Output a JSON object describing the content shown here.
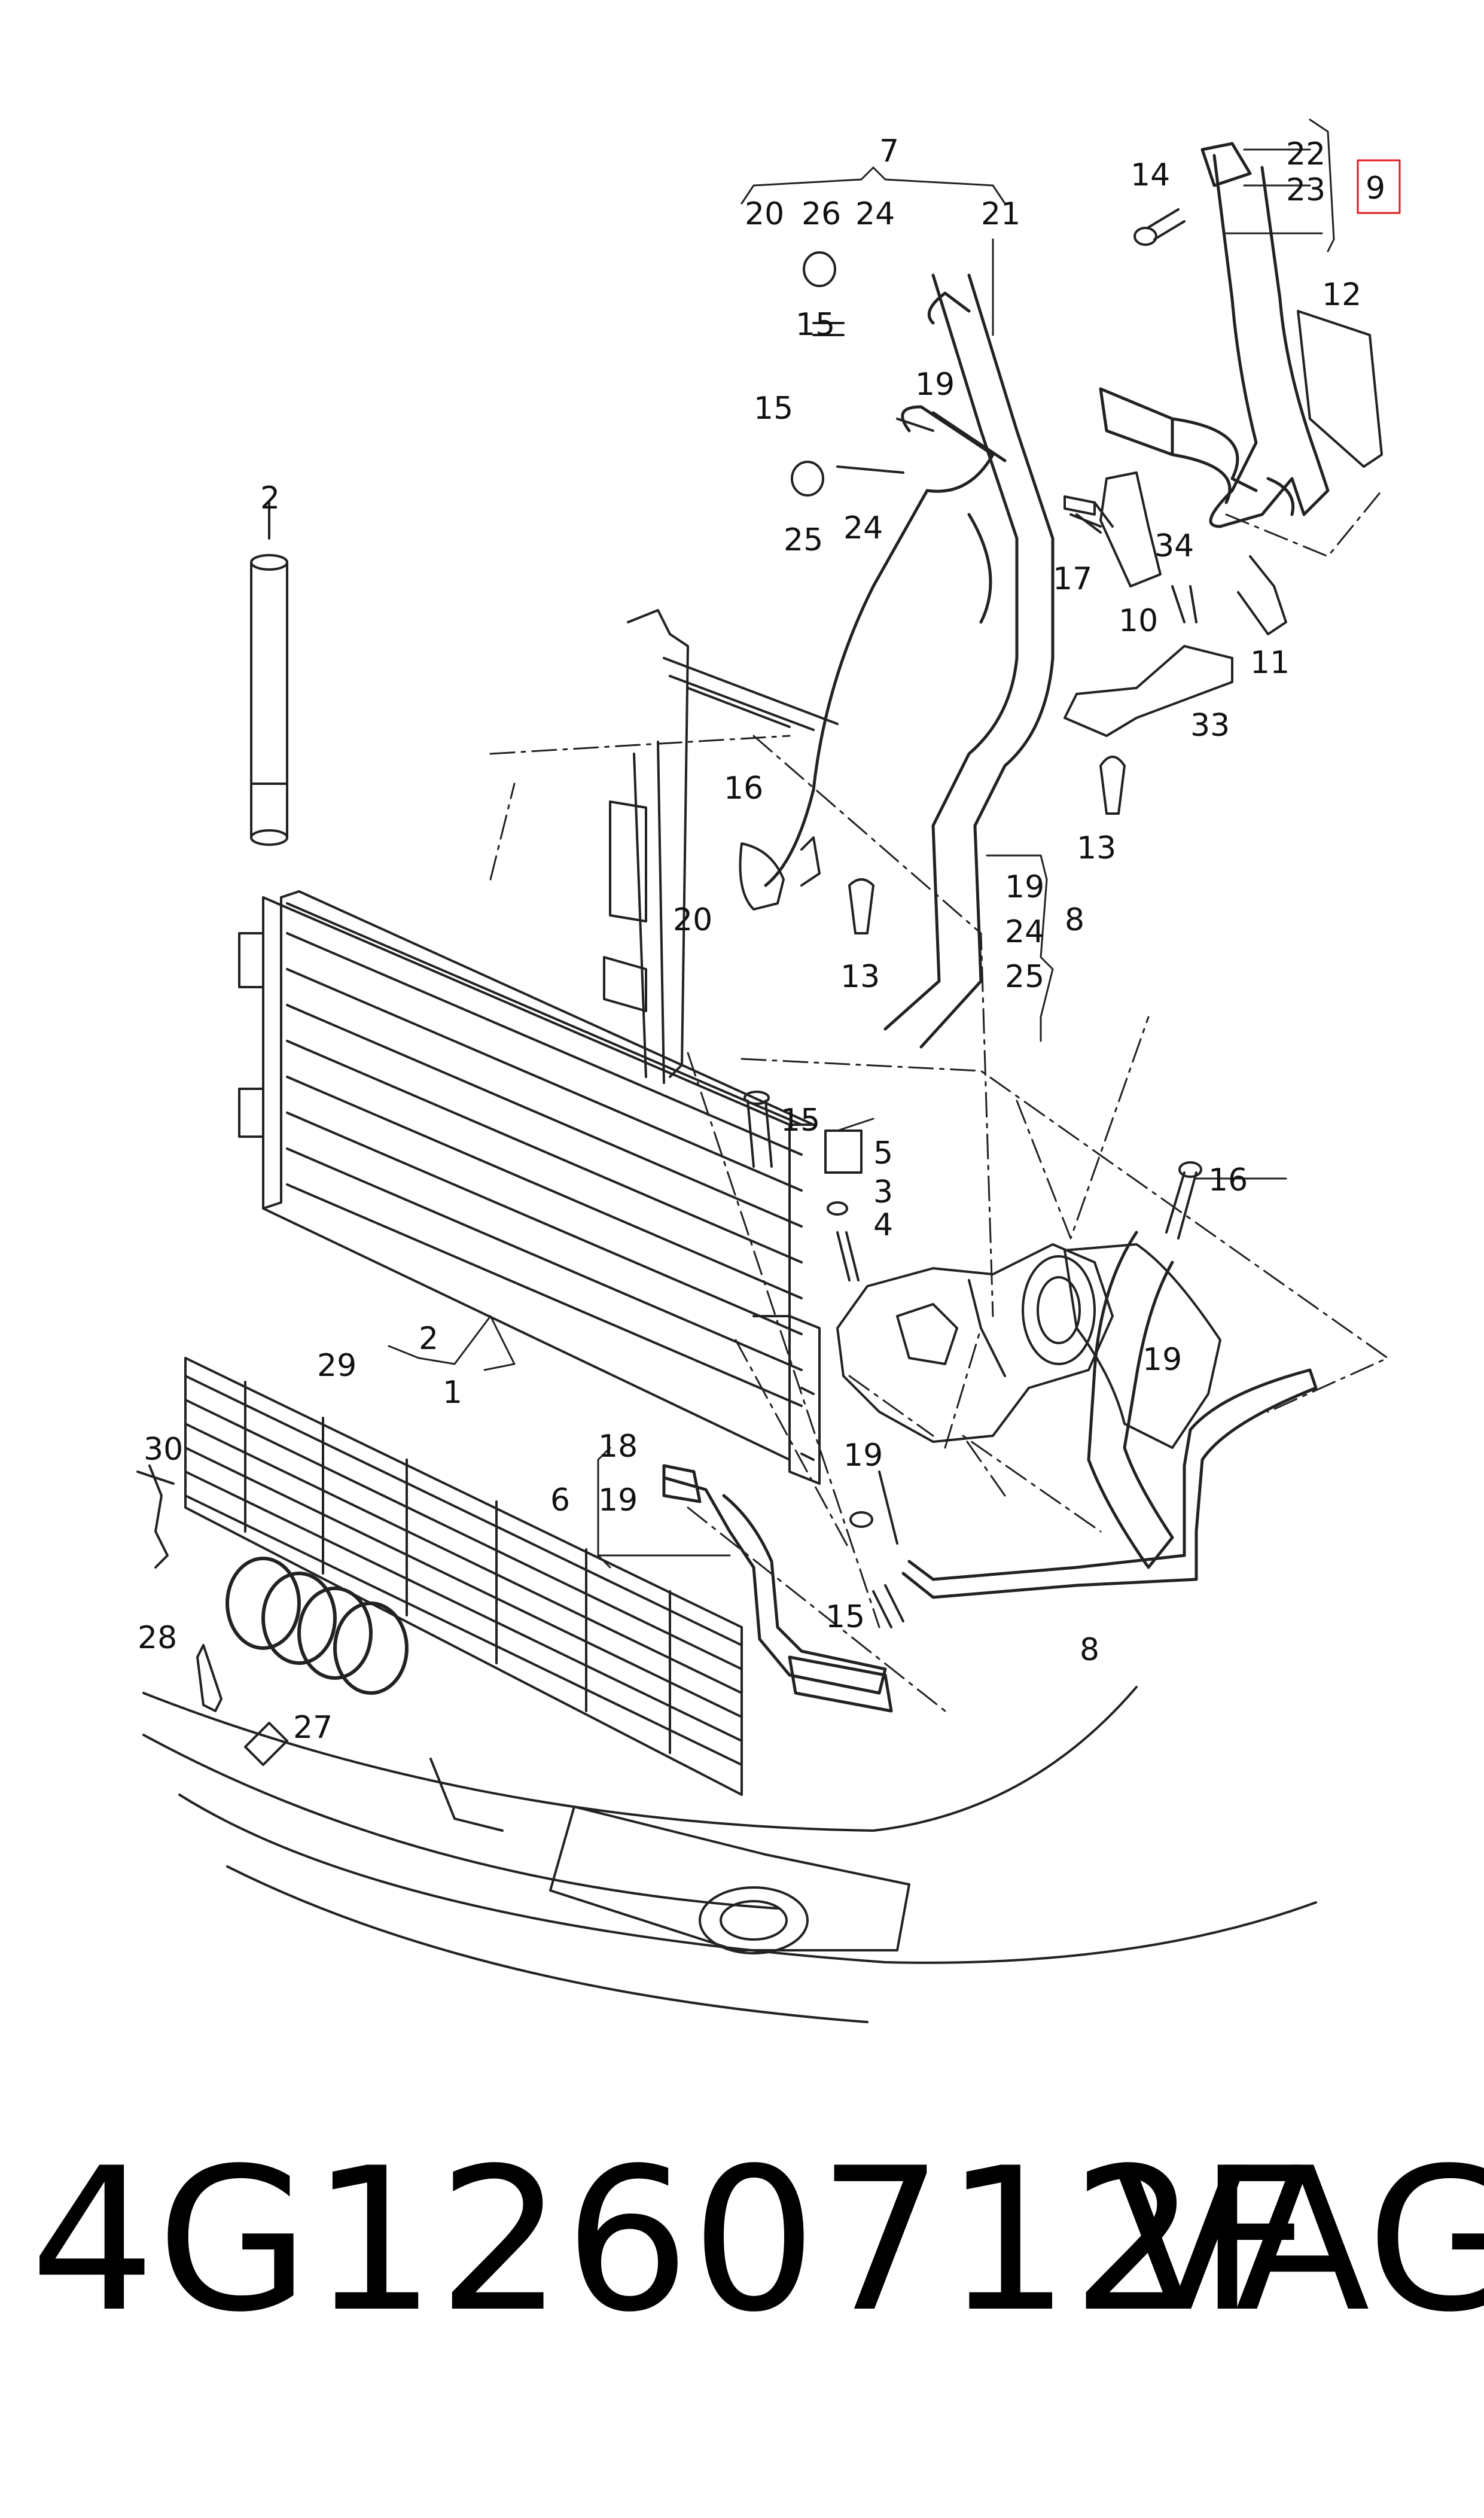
{
  "callouts": [
    {
      "id": "c7",
      "text": "7"
    },
    {
      "id": "c20a",
      "text": "20"
    },
    {
      "id": "c26",
      "text": "26"
    },
    {
      "id": "c24a",
      "text": "24"
    },
    {
      "id": "c21",
      "text": "21"
    },
    {
      "id": "c15a",
      "text": "15"
    },
    {
      "id": "c15b",
      "text": "15"
    },
    {
      "id": "c19a",
      "text": "19"
    },
    {
      "id": "c25a",
      "text": "25"
    },
    {
      "id": "c24b",
      "text": "24"
    },
    {
      "id": "c14",
      "text": "14"
    },
    {
      "id": "c22",
      "text": "22"
    },
    {
      "id": "c23",
      "text": "23"
    },
    {
      "id": "c9",
      "text": "9"
    },
    {
      "id": "c12",
      "text": "12"
    },
    {
      "id": "c17",
      "text": "17"
    },
    {
      "id": "c34",
      "text": "34"
    },
    {
      "id": "c10",
      "text": "10"
    },
    {
      "id": "c11",
      "text": "11"
    },
    {
      "id": "c33",
      "text": "33"
    },
    {
      "id": "c13a",
      "text": "13"
    },
    {
      "id": "c2a",
      "text": "2"
    },
    {
      "id": "c16a",
      "text": "16"
    },
    {
      "id": "c20b",
      "text": "20"
    },
    {
      "id": "c13b",
      "text": "13"
    },
    {
      "id": "c19b",
      "text": "19"
    },
    {
      "id": "c24c",
      "text": "24"
    },
    {
      "id": "c25b",
      "text": "25"
    },
    {
      "id": "c8a",
      "text": "8"
    },
    {
      "id": "c15c",
      "text": "15"
    },
    {
      "id": "c5",
      "text": "5"
    },
    {
      "id": "c3",
      "text": "3"
    },
    {
      "id": "c4",
      "text": "4"
    },
    {
      "id": "c16b",
      "text": "16"
    },
    {
      "id": "c19c",
      "text": "19"
    },
    {
      "id": "c2b",
      "text": "2"
    },
    {
      "id": "c1",
      "text": "1"
    },
    {
      "id": "c29",
      "text": "29"
    },
    {
      "id": "c30",
      "text": "30"
    },
    {
      "id": "c18",
      "text": "18"
    },
    {
      "id": "c6",
      "text": "6"
    },
    {
      "id": "c19d",
      "text": "19"
    },
    {
      "id": "c19e",
      "text": "19"
    },
    {
      "id": "c15d",
      "text": "15"
    },
    {
      "id": "c8b",
      "text": "8"
    },
    {
      "id": "c28",
      "text": "28"
    },
    {
      "id": "c27",
      "text": "27"
    }
  ],
  "part_number": "4G1260712F",
  "brand": "VAG",
  "colors": {
    "line": "#222222",
    "highlight": "#e0191f"
  }
}
